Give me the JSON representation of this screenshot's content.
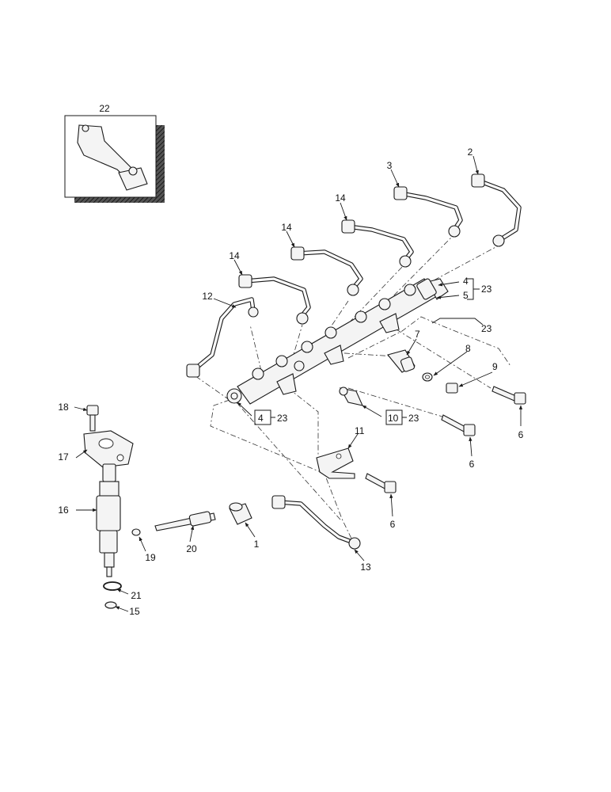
{
  "diagram": {
    "callouts": [
      "1",
      "2",
      "3",
      "4",
      "4",
      "5",
      "6",
      "6",
      "6",
      "7",
      "8",
      "9",
      "10",
      "11",
      "12",
      "13",
      "14",
      "14",
      "14",
      "15",
      "16",
      "17",
      "18",
      "19",
      "20",
      "21",
      "22",
      "23",
      "23",
      "23",
      "23"
    ]
  }
}
